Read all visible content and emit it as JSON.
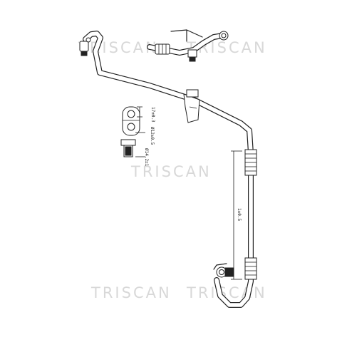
{
  "watermark": {
    "text": "TRISCAN",
    "color": "#d8d8d8"
  },
  "dimensions": {
    "d1": "17±0.3",
    "d2": "Ø12±0.5",
    "d3": "Ø14.2±1",
    "d4": "1±0.5"
  },
  "colors": {
    "line": "#222222",
    "background": "#ffffff"
  }
}
